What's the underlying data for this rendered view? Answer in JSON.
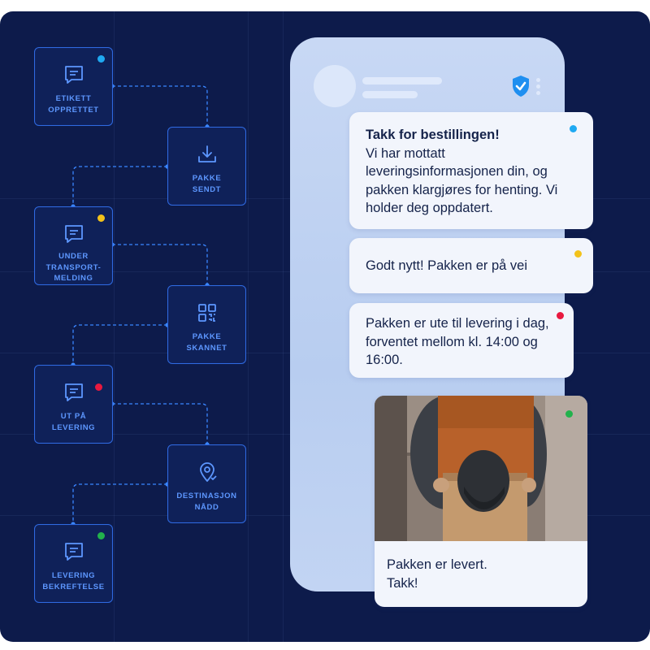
{
  "colors": {
    "background": "#0d1b4b",
    "node_border": "#2f6ae0",
    "node_text": "#5d97ff",
    "dot_blue": "#1fa9f2",
    "dot_yellow": "#f3c21a",
    "dot_red": "#e8193f",
    "dot_green": "#22b24c"
  },
  "flow": {
    "nodes": [
      {
        "label": "ETIKETT\nOPPRETTET",
        "icon": "message-icon",
        "dot": "blue"
      },
      {
        "label": "PAKKE\nSENDT",
        "icon": "download-icon",
        "dot": ""
      },
      {
        "label": "UNDER\nTRANSPORT-\nMELDING",
        "icon": "message-icon",
        "dot": "yellow"
      },
      {
        "label": "PAKKE\nSKANNET",
        "icon": "qr-code-icon",
        "dot": ""
      },
      {
        "label": "UT PÅ\nLEVERING",
        "icon": "message-icon",
        "dot": "red"
      },
      {
        "label": "DESTINASJON\nNÅDD",
        "icon": "location-pin-icon",
        "dot": ""
      },
      {
        "label": "LEVERING\nBEKREFTELSE",
        "icon": "message-icon",
        "dot": "green"
      }
    ]
  },
  "chat": {
    "header_icon": "shield-check-icon",
    "messages": [
      {
        "title": "Takk for bestillingen!",
        "text": "Vi har mottatt leveringsinformasjonen din, og pakken klargjøres for henting. Vi holder deg oppdatert.",
        "dot": "blue"
      },
      {
        "title": "",
        "text": "Godt nytt! Pakken er på vei",
        "dot": "yellow"
      },
      {
        "title": "",
        "text": "Pakken er ute til levering i dag, forventet mellom kl. 14:00 og 16:00.",
        "dot": "red"
      },
      {
        "title": "",
        "text": "Pakken er levert.\nTakk!",
        "dot": "green",
        "photo_icon": "delivery-person-icon"
      }
    ]
  }
}
